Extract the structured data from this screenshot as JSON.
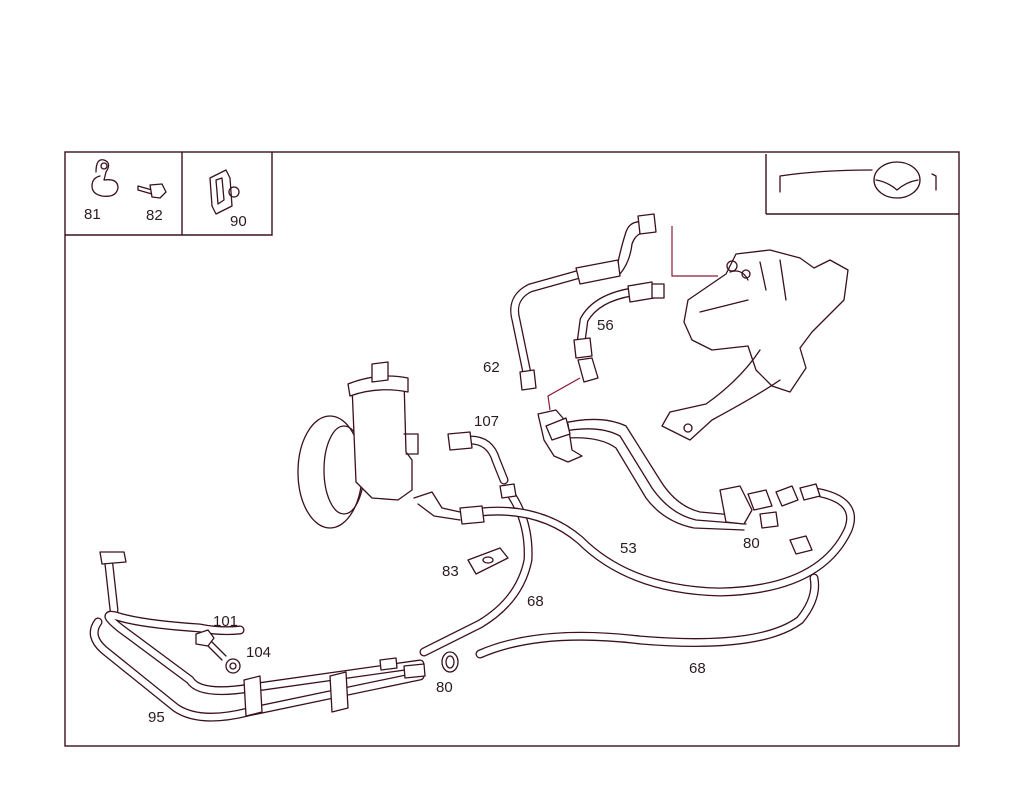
{
  "colors": {
    "line": "#3a1020",
    "accent": "#8a1b35",
    "background": "#ffffff"
  },
  "inset_parts": {
    "clip": "81",
    "bolt": "82",
    "bracket": "90"
  },
  "symbol": {
    "icon": "steering-wheel-icon"
  },
  "callouts": {
    "pressure_hose_53": "53",
    "hose_56": "56",
    "hose_62": "62",
    "return_hose_68_center": "68",
    "return_hose_68_bottom": "68",
    "clamp_80_right": "80",
    "clamp_80_bottom": "80",
    "spacer_83": "83",
    "cooler_95": "95",
    "bolt_101": "101",
    "washer_104": "104",
    "fitting_107": "107"
  }
}
